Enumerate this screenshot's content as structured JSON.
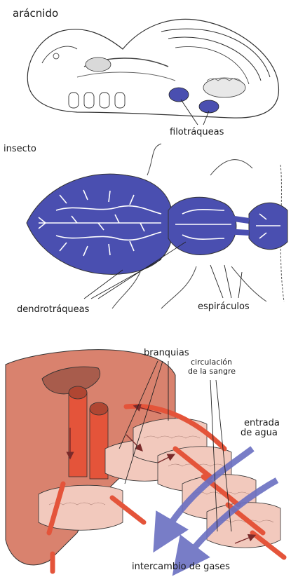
{
  "sections": {
    "arachnid": {
      "title": "arácnido",
      "label": "filotráqueas"
    },
    "insect": {
      "title": "insecto",
      "label_left": "dendrotráqueas",
      "label_right": "espiráculos"
    },
    "gills": {
      "label_gills": "branquias",
      "label_circ_1": "circulación",
      "label_circ_2": "de la sangre",
      "label_water_1": "entrada",
      "label_water_2": "de agua",
      "label_exchange": "intercambio de gases"
    }
  },
  "colors": {
    "trachea_blue": "#4a4fb0",
    "tissue_salmon": "#d9826e",
    "tissue_pink": "#f2c9bd",
    "vessel_red": "#e4543a",
    "flow_arrow": "#6a6fc2",
    "line": "#333333"
  }
}
